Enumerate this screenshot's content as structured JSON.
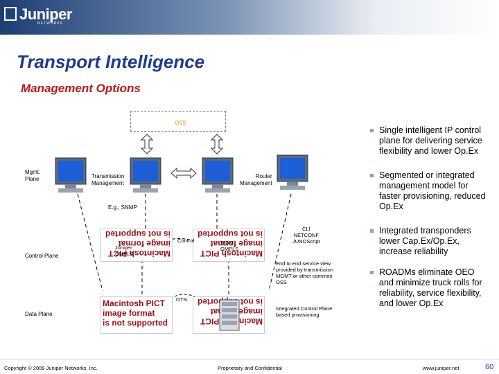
{
  "header": {
    "logo_text": "Juniper",
    "logo_sub": "NETWORKS"
  },
  "title": "Transport Intelligence",
  "subtitle": "Management Options",
  "diagram": {
    "oss": "OSS",
    "mgmt_plane": "Mgmt.\nPlane",
    "transmission_mgmt": "Transmission\nManagement",
    "router_mgmt": "Router\nManagement",
    "eg_snmp": "E.g., SNMP",
    "control_plane": "Control Plane",
    "control": "Control",
    "juniper_gmpls": "Juniper\nGMPLS",
    "wdm_gmpls": "WDM\nGMPLS",
    "cli": "CLI\nNETCONF\nJUNOScript",
    "end_to_end": "End to end service view\nprovided by transmission\nMGMT or other common\nOSS",
    "data_plane": "Data Plane",
    "otn": "OTN",
    "integrated_cp": "Integrated Control Plane\nbased provisioning",
    "pict_lines": [
      "Macintosh PICT",
      "image format",
      "is not supported"
    ]
  },
  "bullets": [
    "Single intelligent IP control plane for delivering service flexibility and lower Op.Ex",
    "Segmented or integrated management model for faster provisioning, reduced Op.Ex",
    "Integrated transponders lower Cap.Ex/Op.Ex, increase reliability",
    "ROADMs eliminate OEO and minimize truck rolls for reliability, service flexibility, and lower Op.Ex"
  ],
  "footer": {
    "copyright": "Copyright © 2009 Juniper Networks, Inc.",
    "confidential": "Proprietary and Confidential",
    "url": "www.juniper.net",
    "page": "60"
  },
  "colors": {
    "title": "#1f3a93",
    "subtitle": "#c0141b",
    "oss": "#e1a100",
    "pict": "#9b0e17"
  }
}
